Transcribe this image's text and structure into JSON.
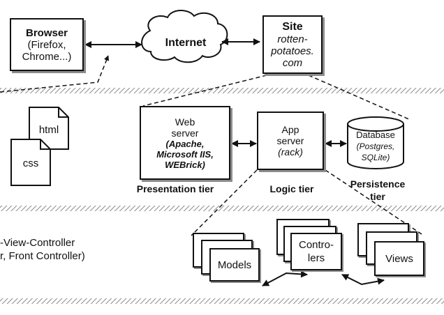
{
  "browser": {
    "title": "Browser",
    "line1": "(Firefox,",
    "line2": "Chrome...)"
  },
  "internet": {
    "label": "Internet"
  },
  "site": {
    "title": "Site",
    "line1": "rotten-",
    "line2": "potatoes.",
    "line3": "com"
  },
  "web_server": {
    "line1": "Web",
    "line2": "server",
    "line3": "(Apache,",
    "line4": "Microsoft IIS,",
    "line5": "WEBrick)"
  },
  "app_server": {
    "line1": "App",
    "line2": "server",
    "line3": "(rack)"
  },
  "database": {
    "line1": "Database",
    "line2": "(Postgres,",
    "line3": "SQLite)"
  },
  "files": {
    "html": "html",
    "css": "css"
  },
  "tiers": {
    "presentation": "Presentation tier",
    "logic": "Logic tier",
    "persistence_1": "Persistence",
    "persistence_2": "tier"
  },
  "mvc_text": {
    "line1": "-View-Controller",
    "line2": "r, Front Controller)"
  },
  "mvc": {
    "models": "Models",
    "controllers_1": "Contro-",
    "controllers_2": "lers",
    "views": "Views"
  }
}
